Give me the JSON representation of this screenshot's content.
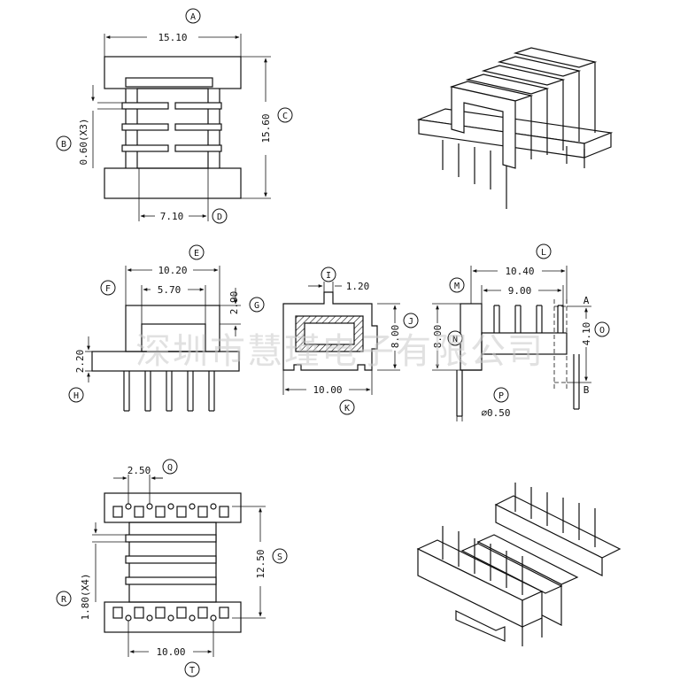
{
  "dimensions": {
    "A": "15.10",
    "B": "0.60(X3)",
    "C": "15.60",
    "D": "7.10",
    "E": "10.20",
    "E_inner": "5.70",
    "G": "2.90",
    "H": "2.20",
    "I": "1.20",
    "J": "8.00",
    "K": "10.00",
    "L": "10.40",
    "M": "9.00",
    "N": "8.00",
    "O": "4.10",
    "P": "⌀0.50",
    "Q": "2.50",
    "R": "1.80(X4)",
    "S": "12.50",
    "T": "10.00"
  },
  "labels": {
    "A": "A",
    "B": "B",
    "C": "C",
    "D": "D",
    "E": "E",
    "F": "F",
    "G": "G",
    "H": "H",
    "I": "I",
    "J": "J",
    "K": "K",
    "L": "L",
    "M": "M",
    "N": "N",
    "O": "O",
    "P": "P",
    "Q": "Q",
    "R": "R",
    "S": "S",
    "T": "T",
    "pinA": "A",
    "pinB": "B"
  },
  "watermark": "深圳市慧瑾电子有限公司",
  "colors": {
    "line": "#111111",
    "watermark": "#c9c9c9"
  }
}
